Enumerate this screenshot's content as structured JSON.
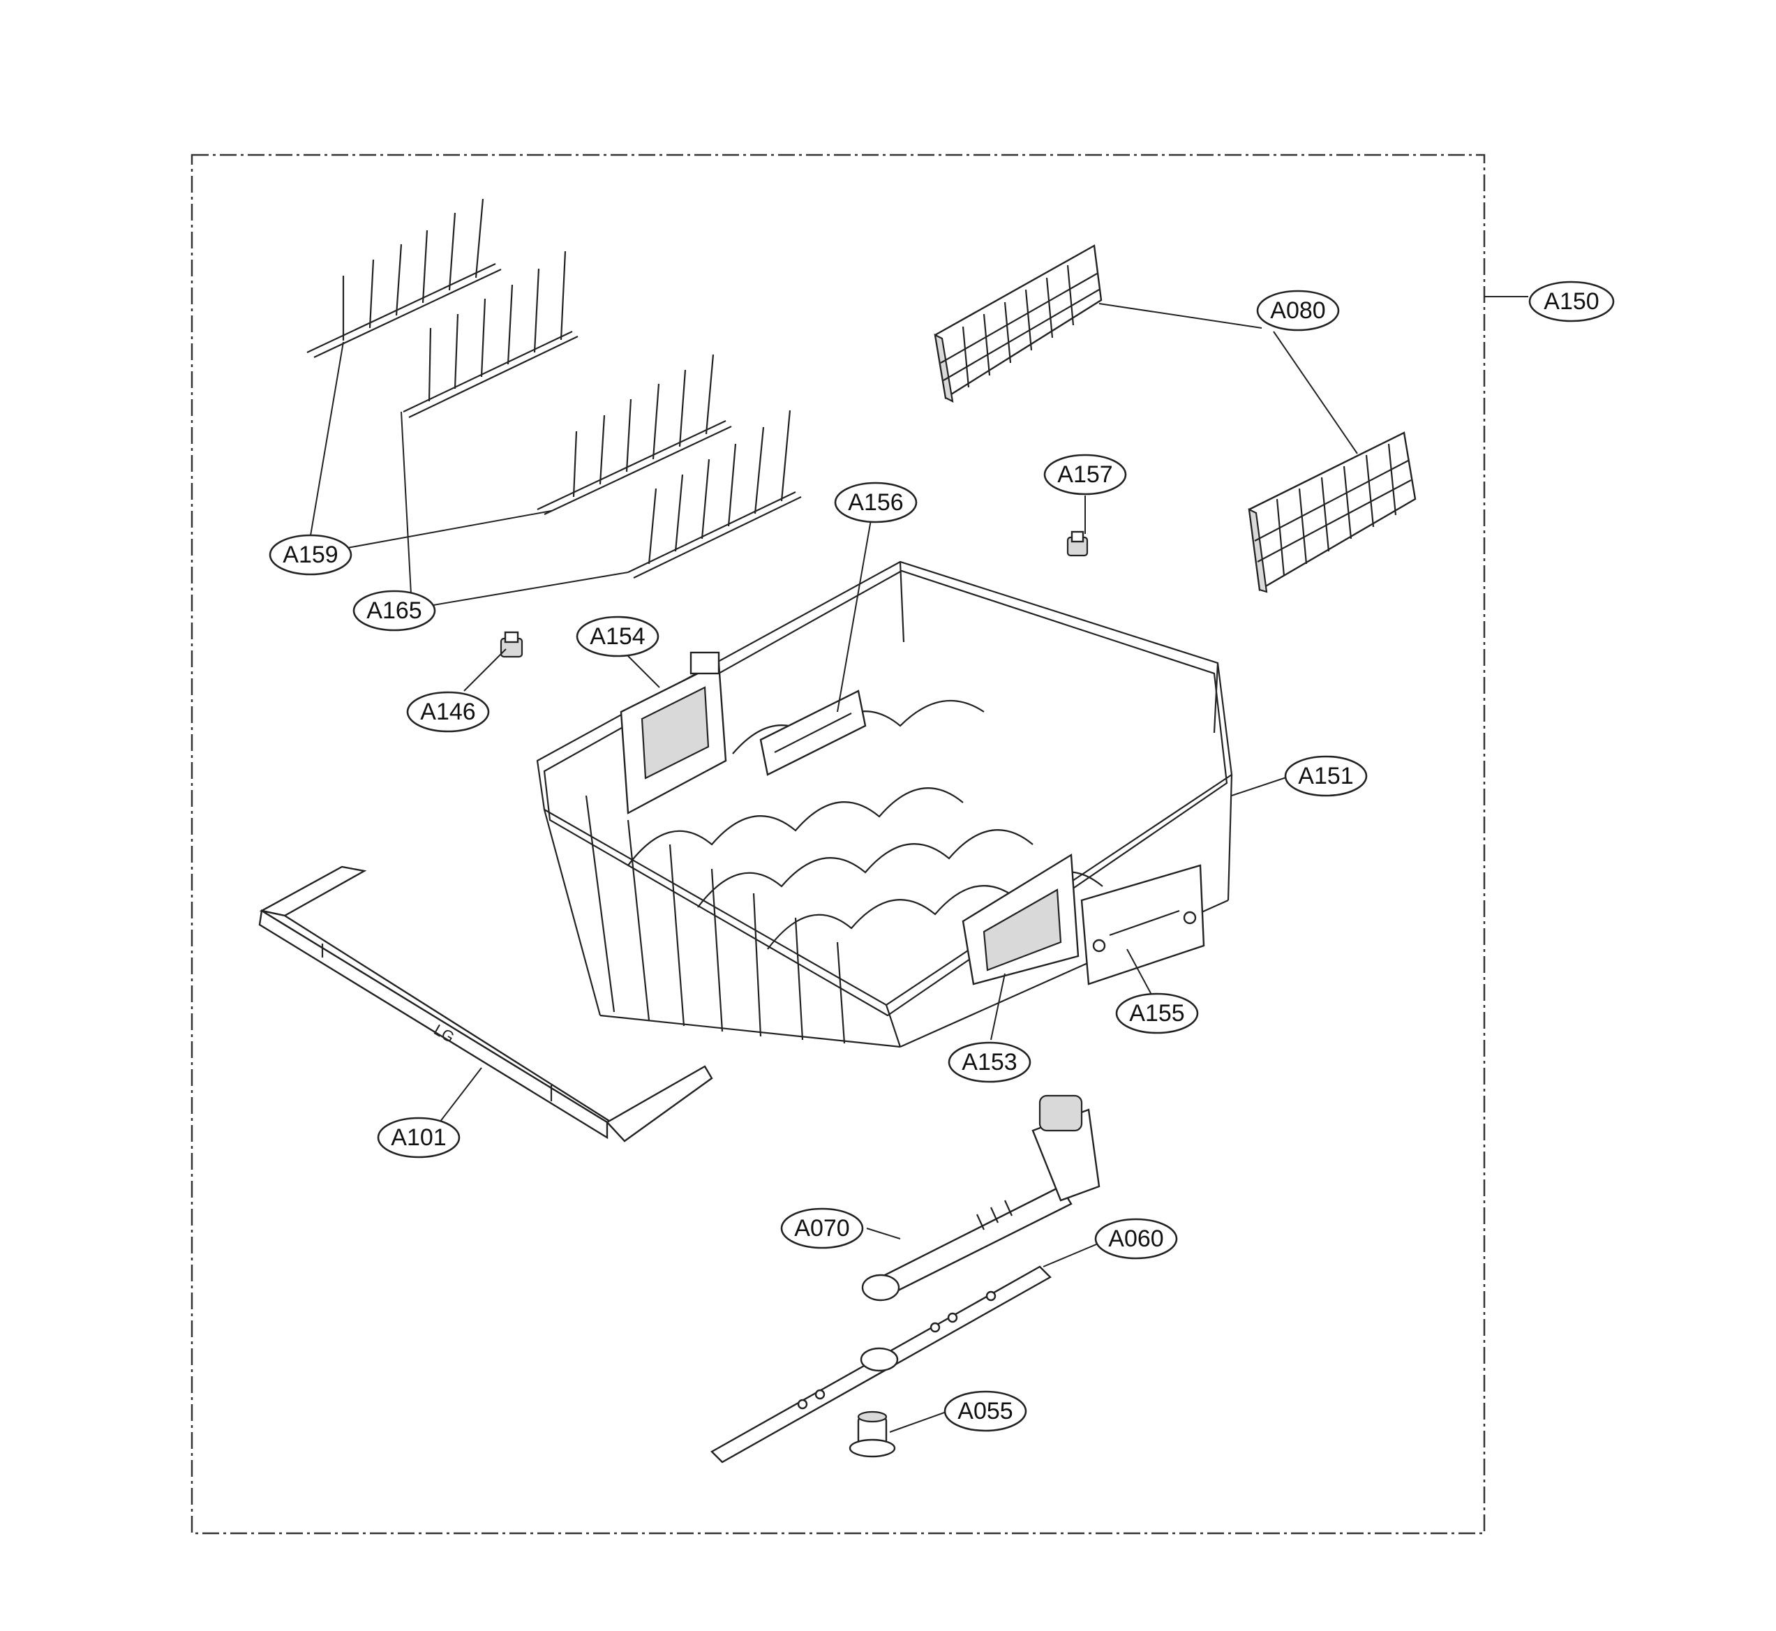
{
  "diagram": {
    "callouts": [
      {
        "id": "A150",
        "label": "A150"
      },
      {
        "id": "A080",
        "label": "A080"
      },
      {
        "id": "A157",
        "label": "A157"
      },
      {
        "id": "A156",
        "label": "A156"
      },
      {
        "id": "A159",
        "label": "A159"
      },
      {
        "id": "A165",
        "label": "A165"
      },
      {
        "id": "A154",
        "label": "A154"
      },
      {
        "id": "A146",
        "label": "A146"
      },
      {
        "id": "A151",
        "label": "A151"
      },
      {
        "id": "A155",
        "label": "A155"
      },
      {
        "id": "A153",
        "label": "A153"
      },
      {
        "id": "A101",
        "label": "A101"
      },
      {
        "id": "A070",
        "label": "A070"
      },
      {
        "id": "A060",
        "label": "A060"
      },
      {
        "id": "A055",
        "label": "A055"
      }
    ],
    "handle_logo": "LG"
  }
}
